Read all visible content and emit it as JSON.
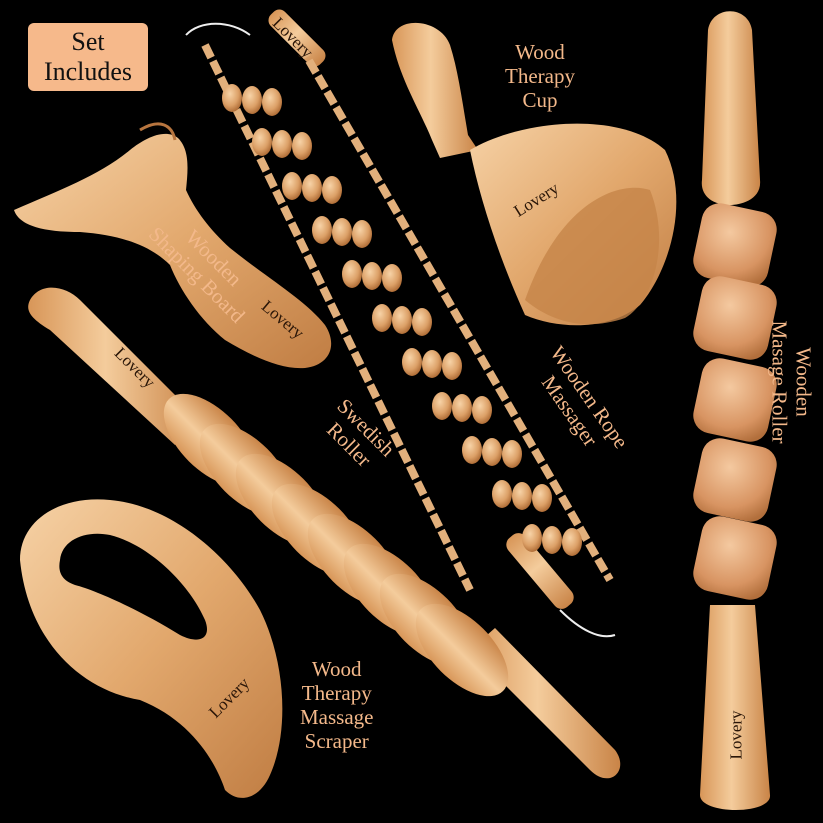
{
  "badge": {
    "line1": "Set",
    "line2": "Includes"
  },
  "labels": {
    "cup": [
      "Wood",
      "Therapy",
      "Cup"
    ],
    "shaping": [
      "Wooden",
      "Shaping Board"
    ],
    "rope": [
      "Wooden Rope",
      "Massager"
    ],
    "swedish": [
      "Swedish",
      "Roller"
    ],
    "roller": [
      "Wooden",
      "Masage Roller"
    ],
    "scraper": [
      "Wood",
      "Therapy",
      "Massage",
      "Scraper"
    ]
  },
  "brand": "Lovery",
  "colors": {
    "background": "#000000",
    "label": "#f3b88a",
    "badge": "#f6b98b",
    "wood_light": "#f0c394",
    "wood_mid": "#d99a5f",
    "wood_dark": "#b8743d"
  }
}
